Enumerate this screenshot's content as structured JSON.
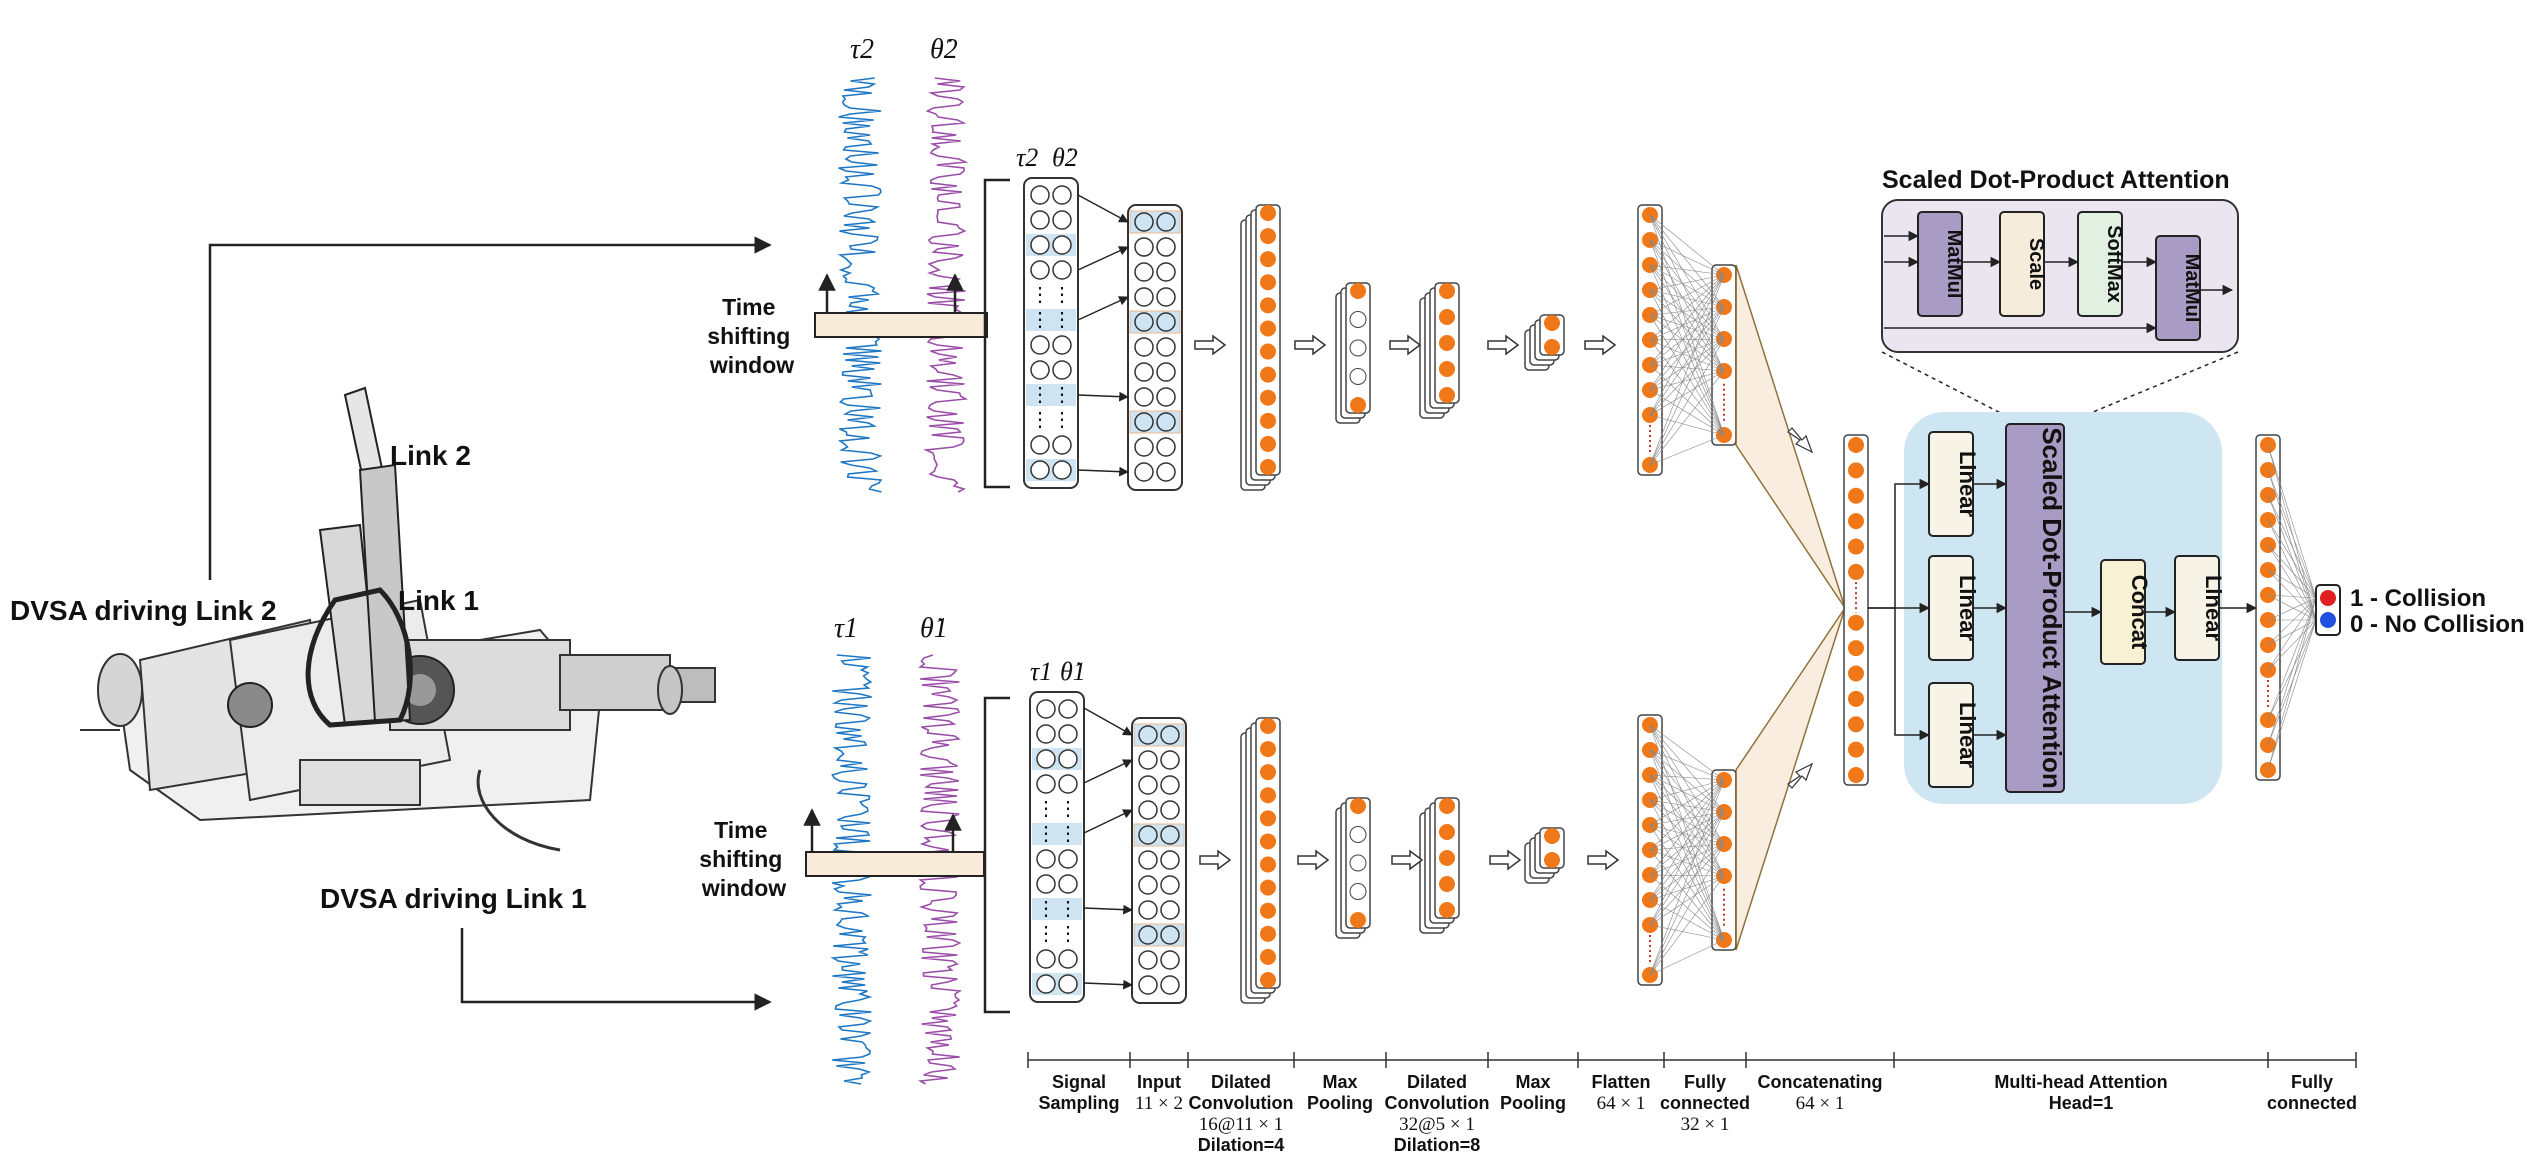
{
  "labels": {
    "link2": "Link 2",
    "link1": "Link 1",
    "dvsa_link2": "DVSA driving Link 2",
    "dvsa_link1": "DVSA driving Link 1",
    "tsw_top": [
      "Time",
      "shifting",
      "window"
    ],
    "tsw_bottom": [
      "Time",
      "shifting",
      "window"
    ],
    "tau2": "τ2",
    "theta2": "θ̇2",
    "tau1": "τ1",
    "theta1": "θ̇1",
    "attention_title": "Scaled Dot-Product Attention",
    "matmul": "MatMul",
    "scale": "Scale",
    "softmax": "SoftMax",
    "linear": "Linear",
    "sdpa_block": "Scaled Dot-Product Attention",
    "concat": "Concat",
    "collision": "1 - Collision",
    "no_collision": "0 - No Collision"
  },
  "stages": [
    {
      "lines": [
        "Signal",
        "Sampling"
      ]
    },
    {
      "lines": [
        "Input",
        "11 × 2"
      ]
    },
    {
      "lines": [
        "Dilated",
        "Convolution",
        "16@11 × 1",
        "Dilation=4"
      ]
    },
    {
      "lines": [
        "Max",
        "Pooling"
      ]
    },
    {
      "lines": [
        "Dilated",
        "Convolution",
        "32@5 × 1",
        "Dilation=8"
      ]
    },
    {
      "lines": [
        "Max",
        "Pooling"
      ]
    },
    {
      "lines": [
        "Flatten",
        "64 × 1"
      ]
    },
    {
      "lines": [
        "Fully",
        "connected",
        "32 × 1"
      ]
    },
    {
      "lines": [
        "Concatenating",
        "64 × 1"
      ]
    },
    {
      "lines": [
        "Multi-head Attention",
        "Head=1"
      ]
    },
    {
      "lines": [
        "Fully",
        "connected"
      ]
    }
  ],
  "colors": {
    "neuron": "#f07818",
    "signal_tau": "#1f77c4",
    "signal_theta": "#9b4ea8",
    "attention_bg": "#cde6f2",
    "attention_box_bg": "#ebe5f0",
    "linear_box": "#f7f3e6",
    "sdpa_box": "#a99cc4",
    "concat_box": "#f9f1d4",
    "scale_box": "#f6ecdc",
    "softmax_box": "#e2f0e2",
    "window": "#f9ebda",
    "input_highlight": "#cfe4f2",
    "output_red": "#e02020",
    "output_blue": "#2050e0"
  }
}
